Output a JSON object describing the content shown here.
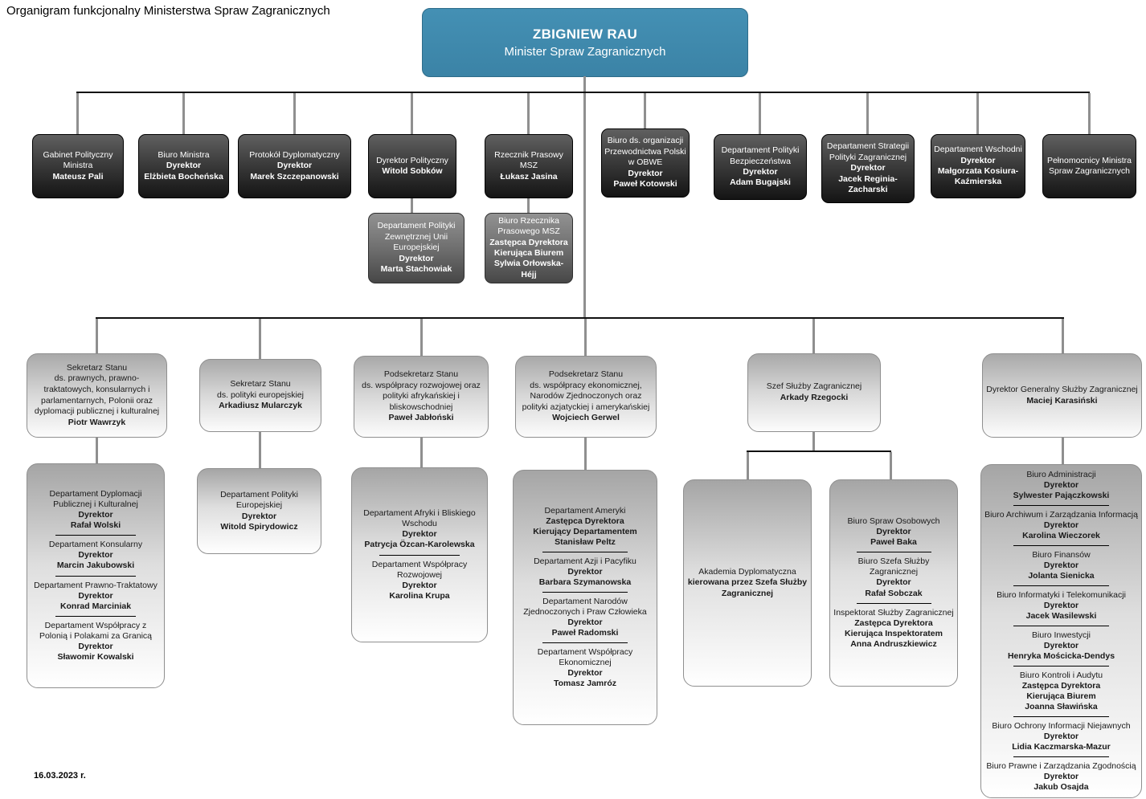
{
  "page": {
    "title": "Organigram funkcjonalny Ministerstwa Spraw Zagranicznych",
    "date": "16.03.2023 r."
  },
  "minister": {
    "name": "ZBIGNIEW RAU",
    "role": "Minister Spraw Zagranicznych"
  },
  "org": {
    "tier1": [
      {
        "id": "gabinet-polityczny-ministra",
        "lines": [
          {
            "t": "Gabinet Polityczny Ministra"
          },
          {
            "t": "Mateusz Pali",
            "b": true
          }
        ]
      },
      {
        "id": "biuro-ministra",
        "lines": [
          {
            "t": "Biuro Ministra"
          },
          {
            "t": "Dyrektor",
            "b": true
          },
          {
            "t": "Elżbieta Bocheńska",
            "b": true
          }
        ]
      },
      {
        "id": "protokol-dyplomatyczny",
        "lines": [
          {
            "t": "Protokół Dyplomatyczny"
          },
          {
            "t": "Dyrektor",
            "b": true
          },
          {
            "t": "Marek Szczepanowski",
            "b": true
          }
        ]
      },
      {
        "id": "dyrektor-polityczny",
        "lines": [
          {
            "t": "Dyrektor Polityczny"
          },
          {
            "t": "Witold Sobków",
            "b": true
          }
        ]
      },
      {
        "id": "rzecznik-prasowy",
        "lines": [
          {
            "t": "Rzecznik Prasowy MSZ"
          },
          {
            "t": "Łukasz Jasina",
            "b": true
          }
        ]
      },
      {
        "id": "biuro-obwe",
        "lines": [
          {
            "t": "Biuro ds. organizacji Przewodnictwa Polski w OBWE"
          },
          {
            "t": "Dyrektor",
            "b": true
          },
          {
            "t": "Paweł Kotowski",
            "b": true
          }
        ]
      },
      {
        "id": "dep-polityki-bezpieczenstwa",
        "lines": [
          {
            "t": "Departament Polityki Bezpieczeństwa"
          },
          {
            "t": "Dyrektor",
            "b": true
          },
          {
            "t": "Adam Bugajski",
            "b": true
          }
        ]
      },
      {
        "id": "dep-strategii-polityki-zagranicznej",
        "lines": [
          {
            "t": "Departament Strategii Polityki Zagranicznej"
          },
          {
            "t": "Dyrektor",
            "b": true
          },
          {
            "t": "Jacek Reginia-Zacharski",
            "b": true
          }
        ]
      },
      {
        "id": "dep-wschodni",
        "lines": [
          {
            "t": "Departament Wschodni"
          },
          {
            "t": "Dyrektor",
            "b": true
          },
          {
            "t": "Małgorzata Kosiura-Kaźmierska",
            "b": true
          }
        ]
      },
      {
        "id": "pelnomocnicy-ministra",
        "lines": [
          {
            "t": "Pełnomocnicy Ministra Spraw Zagranicznych"
          }
        ]
      }
    ],
    "sub1": [
      {
        "id": "dep-polityki-zewnetrznej-ue",
        "lines": [
          {
            "t": "Departament Polityki Zewnętrznej Unii Europejskiej"
          },
          {
            "t": "Dyrektor",
            "b": true
          },
          {
            "t": "Marta Stachowiak",
            "b": true
          }
        ]
      },
      {
        "id": "biuro-rzecznika-prasowego",
        "lines": [
          {
            "t": "Biuro Rzecznika Prasowego MSZ"
          },
          {
            "t": "Zastępca Dyrektora",
            "b": true
          },
          {
            "t": "Kierująca Biurem",
            "b": true
          },
          {
            "t": "Sylwia Orłowska-Héjj",
            "b": true
          }
        ]
      }
    ],
    "tier2": [
      {
        "id": "sekretarz-stanu-wawrzyk",
        "lines": [
          {
            "t": "Sekretarz Stanu"
          },
          {
            "t": "ds. prawnych, prawno-traktatowych, konsularnych i parlamentarnych, Polonii oraz dyplomacji publicznej i kulturalnej"
          },
          {
            "t": "Piotr Wawrzyk",
            "b": true
          }
        ]
      },
      {
        "id": "sekretarz-stanu-mularczyk",
        "lines": [
          {
            "t": "Sekretarz Stanu"
          },
          {
            "t": "ds. polityki europejskiej"
          },
          {
            "t": "Arkadiusz Mularczyk",
            "b": true
          }
        ]
      },
      {
        "id": "podsekretarz-jablonski",
        "lines": [
          {
            "t": "Podsekretarz Stanu"
          },
          {
            "t": "ds. współpracy rozwojowej oraz polityki afrykańskiej i bliskowschodniej"
          },
          {
            "t": "Paweł Jabłoński",
            "b": true
          }
        ]
      },
      {
        "id": "podsekretarz-gerwel",
        "lines": [
          {
            "t": "Podsekretarz Stanu"
          },
          {
            "t": "ds. współpracy ekonomicznej, Narodów Zjednoczonych oraz polityki azjatyckiej i amerykańskiej"
          },
          {
            "t": "Wojciech Gerwel",
            "b": true
          }
        ]
      },
      {
        "id": "szef-sluzby-zagranicznej",
        "lines": [
          {
            "t": "Szef Służby Zagranicznej"
          },
          {
            "t": "Arkady Rzegocki",
            "b": true
          }
        ]
      },
      {
        "id": "dyrektor-generalny",
        "lines": [
          {
            "t": "Dyrektor Generalny Służby Zagranicznej"
          },
          {
            "t": "Maciej Karasiński",
            "b": true
          }
        ]
      }
    ],
    "depts": [
      {
        "id": "depts-wawrzyk",
        "sections": [
          [
            {
              "t": "Departament Dyplomacji Publicznej i Kulturalnej"
            },
            {
              "t": "Dyrektor",
              "b": true
            },
            {
              "t": "Rafał Wolski",
              "b": true
            }
          ],
          [
            {
              "t": "Departament Konsularny"
            },
            {
              "t": "Dyrektor",
              "b": true
            },
            {
              "t": "Marcin Jakubowski",
              "b": true
            }
          ],
          [
            {
              "t": "Departament Prawno-Traktatowy"
            },
            {
              "t": "Dyrektor",
              "b": true
            },
            {
              "t": "Konrad Marciniak",
              "b": true
            }
          ],
          [
            {
              "t": "Departament Współpracy z Polonią i Polakami za Granicą"
            },
            {
              "t": "Dyrektor",
              "b": true
            },
            {
              "t": "Sławomir Kowalski",
              "b": true
            }
          ]
        ]
      },
      {
        "id": "depts-mularczyk",
        "sections": [
          [
            {
              "t": "Departament Polityki Europejskiej"
            },
            {
              "t": "Dyrektor",
              "b": true
            },
            {
              "t": "Witold Spirydowicz",
              "b": true
            }
          ]
        ]
      },
      {
        "id": "depts-jablonski",
        "sections": [
          [
            {
              "t": "Departament Afryki i Bliskiego Wschodu"
            },
            {
              "t": "Dyrektor",
              "b": true
            },
            {
              "t": "Patrycja Özcan-Karolewska",
              "b": true
            }
          ],
          [
            {
              "t": "Departament Współpracy Rozwojowej"
            },
            {
              "t": "Dyrektor",
              "b": true
            },
            {
              "t": "Karolina Krupa",
              "b": true
            }
          ]
        ]
      },
      {
        "id": "depts-gerwel",
        "sections": [
          [
            {
              "t": "Departament Ameryki"
            },
            {
              "t": "Zastępca Dyrektora",
              "b": true
            },
            {
              "t": "Kierujący Departamentem",
              "b": true
            },
            {
              "t": "Stanisław Peltz",
              "b": true
            }
          ],
          [
            {
              "t": "Departament Azji i Pacyfiku"
            },
            {
              "t": "Dyrektor",
              "b": true
            },
            {
              "t": "Barbara Szymanowska",
              "b": true
            }
          ],
          [
            {
              "t": "Departament Narodów Zjednoczonych i Praw Człowieka"
            },
            {
              "t": "Dyrektor",
              "b": true
            },
            {
              "t": "Paweł Radomski",
              "b": true
            }
          ],
          [
            {
              "t": "Departament Współpracy Ekonomicznej"
            },
            {
              "t": "Dyrektor",
              "b": true
            },
            {
              "t": "Tomasz Jamróz",
              "b": true
            }
          ]
        ]
      },
      {
        "id": "akademia-dyplomatyczna",
        "sections": [
          [
            {
              "t": "Akademia Dyplomatyczna"
            },
            {
              "t": "kierowana przez Szefa Służby Zagranicznej",
              "b": true
            }
          ]
        ]
      },
      {
        "id": "biura-szefa-sluzby",
        "sections": [
          [
            {
              "t": "Biuro Spraw Osobowych"
            },
            {
              "t": "Dyrektor",
              "b": true
            },
            {
              "t": "Paweł Baka",
              "b": true
            }
          ],
          [
            {
              "t": "Biuro Szefa Służby Zagranicznej"
            },
            {
              "t": "Dyrektor",
              "b": true
            },
            {
              "t": "Rafał Sobczak",
              "b": true
            }
          ],
          [
            {
              "t": "Inspektorat Służby Zagranicznej"
            },
            {
              "t": "Zastępca Dyrektora",
              "b": true
            },
            {
              "t": "Kierująca Inspektoratem",
              "b": true
            },
            {
              "t": "Anna Andruszkiewicz",
              "b": true
            }
          ]
        ]
      },
      {
        "id": "biura-dyrektora-generalnego",
        "sections": [
          [
            {
              "t": "Biuro Administracji"
            },
            {
              "t": "Dyrektor",
              "b": true
            },
            {
              "t": "Sylwester Pajączkowski",
              "b": true
            }
          ],
          [
            {
              "t": "Biuro Archiwum i Zarządzania Informacją"
            },
            {
              "t": "Dyrektor",
              "b": true
            },
            {
              "t": "Karolina Wieczorek",
              "b": true
            }
          ],
          [
            {
              "t": "Biuro Finansów"
            },
            {
              "t": "Dyrektor",
              "b": true
            },
            {
              "t": "Jolanta Sienicka",
              "b": true
            }
          ],
          [
            {
              "t": "Biuro Informatyki i Telekomunikacji"
            },
            {
              "t": "Dyrektor",
              "b": true
            },
            {
              "t": "Jacek Wasilewski",
              "b": true
            }
          ],
          [
            {
              "t": "Biuro Inwestycji"
            },
            {
              "t": "Dyrektor",
              "b": true
            },
            {
              "t": "Henryka Mościcka-Dendys",
              "b": true
            }
          ],
          [
            {
              "t": "Biuro Kontroli i Audytu"
            },
            {
              "t": "Zastępca Dyrektora",
              "b": true
            },
            {
              "t": "Kierująca Biurem",
              "b": true
            },
            {
              "t": "Joanna Sławińska",
              "b": true
            }
          ],
          [
            {
              "t": "Biuro Ochrony Informacji Niejawnych"
            },
            {
              "t": "Dyrektor",
              "b": true
            },
            {
              "t": "Lidia Kaczmarska-Mazur",
              "b": true
            }
          ],
          [
            {
              "t": "Biuro Prawne i Zarządzania Zgodnością"
            },
            {
              "t": "Dyrektor",
              "b": true
            },
            {
              "t": "Jakub Osajda",
              "b": true
            }
          ]
        ]
      }
    ]
  },
  "colors": {
    "accent_blue": "#3b83a6",
    "dark_box": "#141414",
    "connector_gray": "#8f8f8f",
    "bus_black": "#111111"
  }
}
